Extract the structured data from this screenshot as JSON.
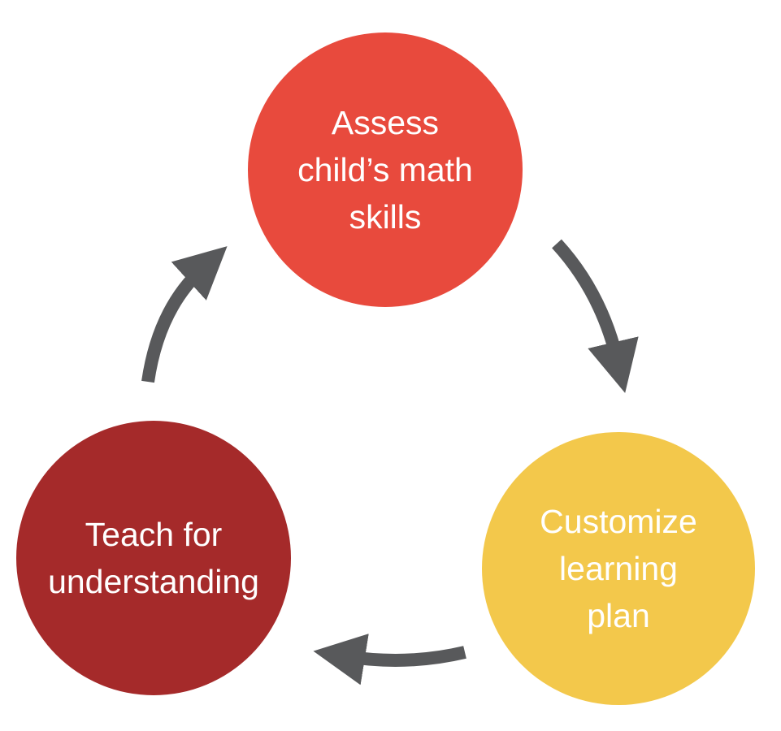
{
  "nodes": [
    {
      "label": "Assess child’s math skills",
      "lines": [
        "Assess",
        "child’s math",
        "skills"
      ],
      "color": "#e84a3d"
    },
    {
      "label": "Customize learning plan",
      "lines": [
        "Customize",
        "learning",
        "plan"
      ],
      "color": "#f3c84b"
    },
    {
      "label": "Teach for understanding",
      "lines": [
        "Teach for",
        "understanding"
      ],
      "color": "#a52a2a"
    }
  ],
  "arrow_color": "#58595b"
}
